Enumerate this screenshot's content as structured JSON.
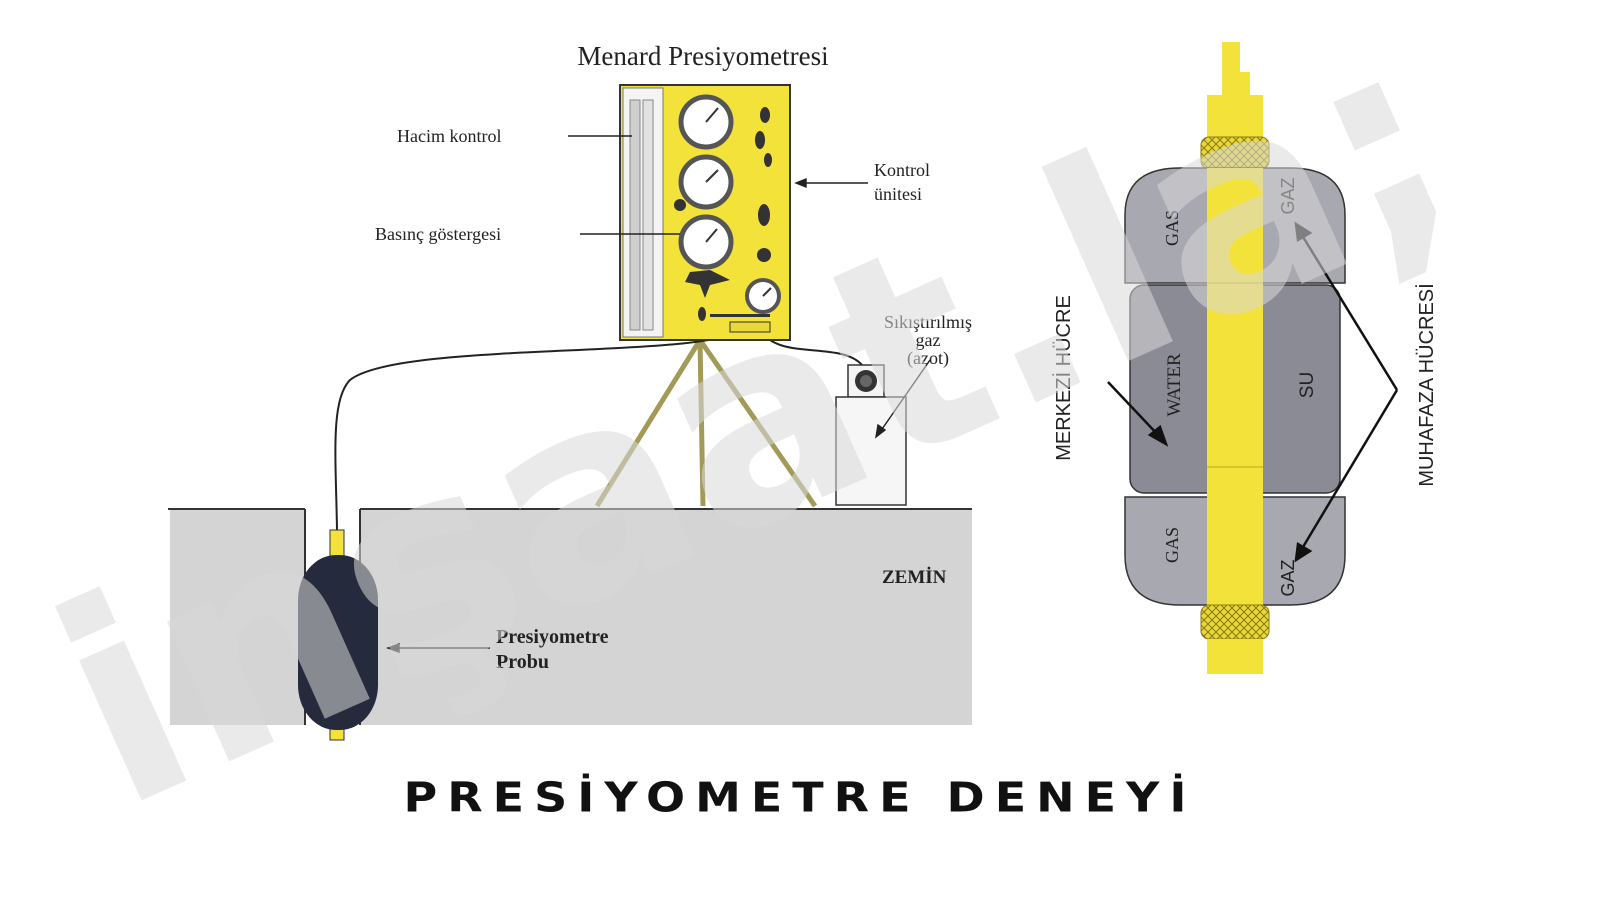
{
  "diagram": {
    "header": "Menard Presiyometresi",
    "labels": {
      "volume_control": "Hacim kontrol",
      "pressure_gauge": "Basınç göstergesi",
      "control_unit_line1": "Kontrol",
      "control_unit_line2": "ünitesi",
      "gas_line1": "Sıkıştırılmış",
      "gas_line2": "gaz",
      "gas_line3": "(azot)",
      "ground": "ZEMİN",
      "probe_line1": "Presiyometre",
      "probe_line2": "Probu"
    },
    "probe_detail": {
      "gas_top_left": "GAS",
      "gas_top_right": "GAZ",
      "water_left": "WATER",
      "water_right": "SU",
      "gas_bottom_left": "GAS",
      "gas_bottom_right": "GAZ",
      "central_cell": "MERKEZİ HÜCRE",
      "guard_cell": "MUHAFAZA HÜCRESİ"
    }
  },
  "watermark": "inşaat.la;",
  "footer_title": "PRESİYOMETRE DENEYİ",
  "colors": {
    "yellow": "#f2e23a",
    "ground": "#d4d4d4",
    "probe": "#252a3c",
    "cell_gray": "#a8a8b0",
    "water_gray": "#8b8b96",
    "tripod": "#a39a58"
  }
}
